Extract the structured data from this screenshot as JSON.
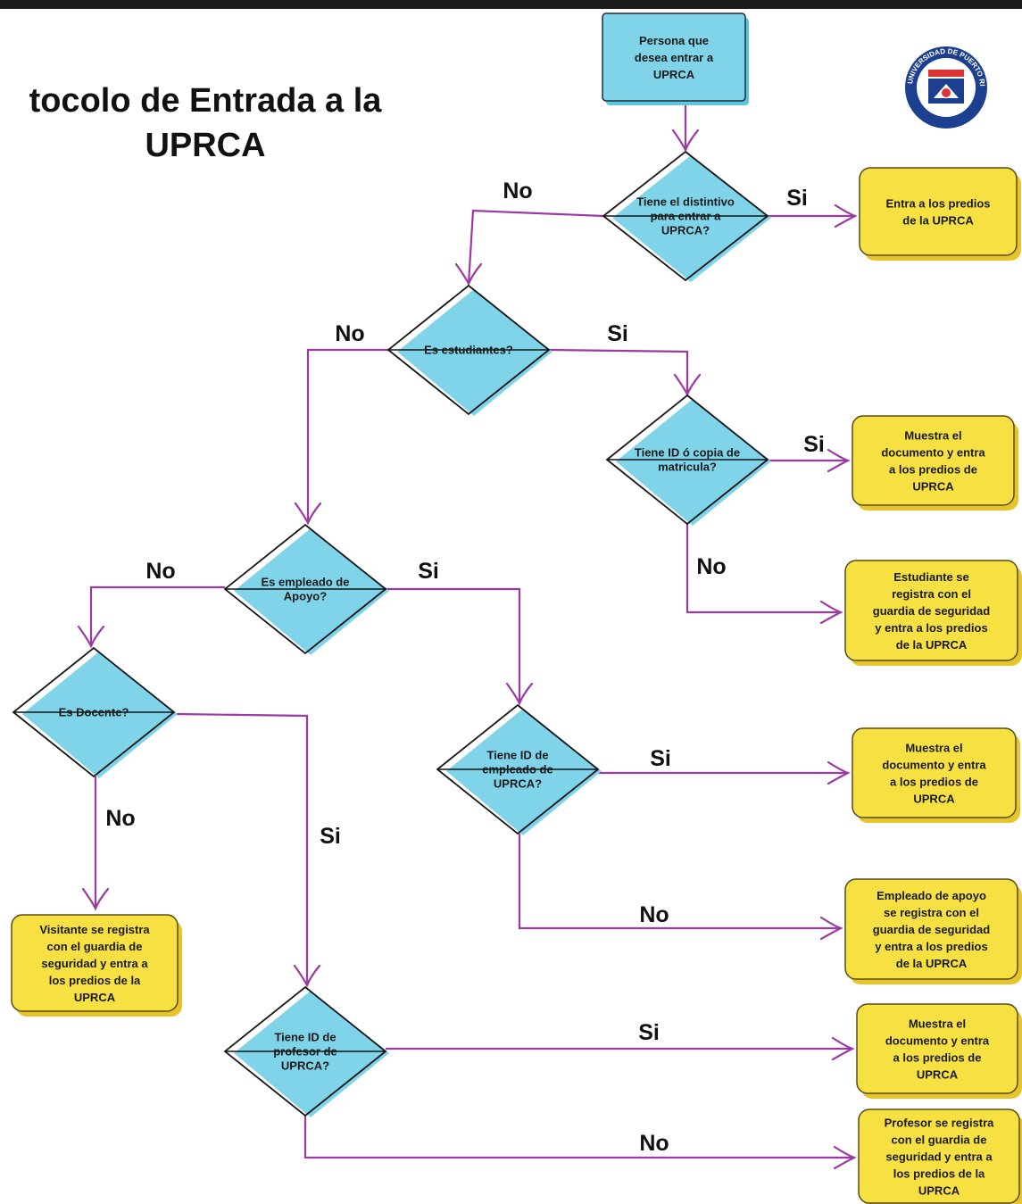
{
  "page": {
    "title_line1": "tocolo de Entrada a la",
    "title_line2": "UPRCA"
  },
  "logo": {
    "icon": "university-seal-icon",
    "text": "UNIVERSIDAD DE PUERTO RICO CAROLINA"
  },
  "nodes": {
    "start": [
      "Persona que",
      "desea entrar a",
      "UPRCA"
    ],
    "q_distintivo": [
      "Tiene el distintivo",
      "para entrar a",
      "UPRCA?"
    ],
    "r_entra": [
      "Entra a los predios",
      "de la UPRCA"
    ],
    "q_estudiante": [
      "Es estudiantes?"
    ],
    "q_id_matricula": [
      "Tiene ID ó copia de",
      "matricula?"
    ],
    "r_estudiante_muestra": [
      "Muestra el",
      "documento y entra",
      "a los predios de",
      "UPRCA"
    ],
    "r_estudiante_registra": [
      "Estudiante se",
      "registra con el",
      "guardia de seguridad",
      "y entra a los predios",
      "de la UPRCA"
    ],
    "q_empleado": [
      "Es empleado de",
      "Apoyo?"
    ],
    "q_id_empleado": [
      "Tiene ID de",
      "empleado de",
      "UPRCA?"
    ],
    "r_empleado_muestra": [
      "Muestra el",
      "documento y entra",
      "a los predios de",
      "UPRCA"
    ],
    "r_empleado_registra": [
      "Empleado de apoyo",
      "se registra con el",
      "guardia de seguridad",
      "y entra a los predios",
      "de la UPRCA"
    ],
    "q_docente": [
      "Es Docente?"
    ],
    "r_visitante": [
      "Visitante se registra",
      "con el guardia de",
      "seguridad y entra a",
      "los predios de la",
      "UPRCA"
    ],
    "q_id_profesor": [
      "Tiene ID de",
      "profesor de",
      "UPRCA?"
    ],
    "r_profesor_muestra": [
      "Muestra el",
      "documento y entra",
      "a los predios de",
      "UPRCA"
    ],
    "r_profesor_registra": [
      "Profesor se registra",
      "con el guardia de",
      "seguridad y entra a",
      "los predios de la",
      "UPRCA"
    ]
  },
  "edge_labels": {
    "distintivo_no": "No",
    "distintivo_si": "Si",
    "estudiante_no": "No",
    "estudiante_si": "Si",
    "matricula_si": "Si",
    "matricula_no": "No",
    "empleado_no": "No",
    "empleado_si": "Si",
    "id_empleado_si": "Si",
    "id_empleado_no": "No",
    "docente_no": "No",
    "docente_si": "Si",
    "id_profesor_si": "Si",
    "id_profesor_no": "No"
  },
  "colors": {
    "decision_fill": "#7fd4ea",
    "result_fill": "#f7e041",
    "connector": "#9b3aa3"
  }
}
